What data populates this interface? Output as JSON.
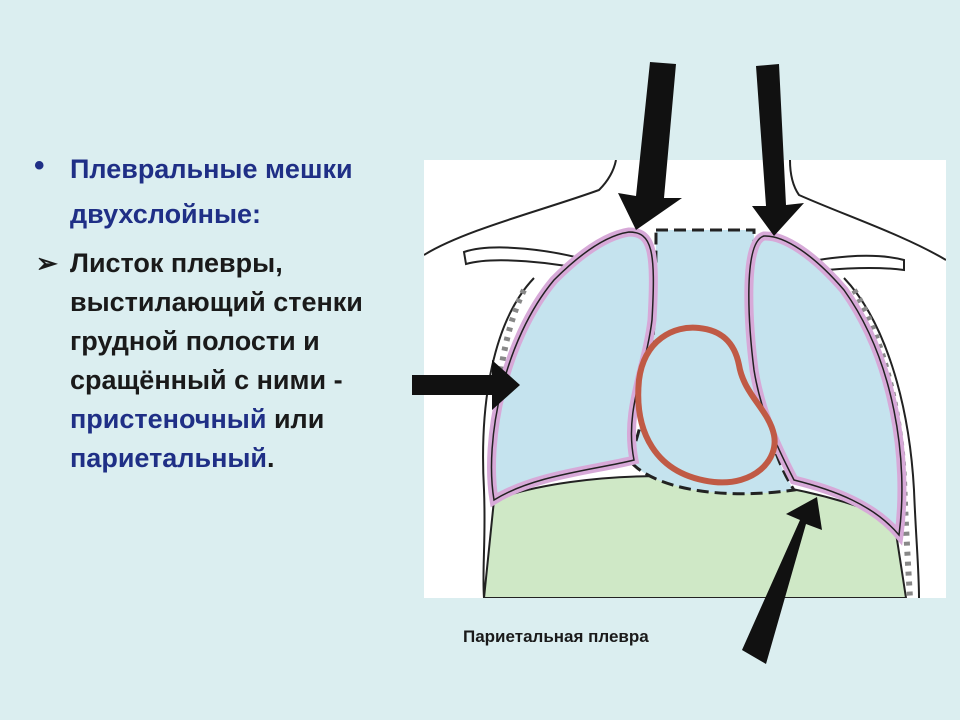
{
  "slide": {
    "bullet1_line1": "Плевральные мешки",
    "bullet1_line2": "двухслойные:",
    "bullet2_lines": [
      "Листок плевры,",
      "выстилающий стенки",
      "грудной полости и",
      "сращённый с ними -"
    ],
    "bullet2_term1": "пристеночный",
    "bullet2_or": " или",
    "bullet2_term2": "париетальный",
    "bullet2_end": "."
  },
  "figure": {
    "caption": "Париетальная плевра"
  },
  "colors": {
    "background": "#dbeef0",
    "highlight_text": "#1f2f86",
    "lung_fill": "#c5e3ee",
    "pleura_pink": "#d7a9d8",
    "heart_outline": "#c05a45",
    "diaphragm_fill": "#cfe8c6",
    "arrow": "#111111"
  }
}
